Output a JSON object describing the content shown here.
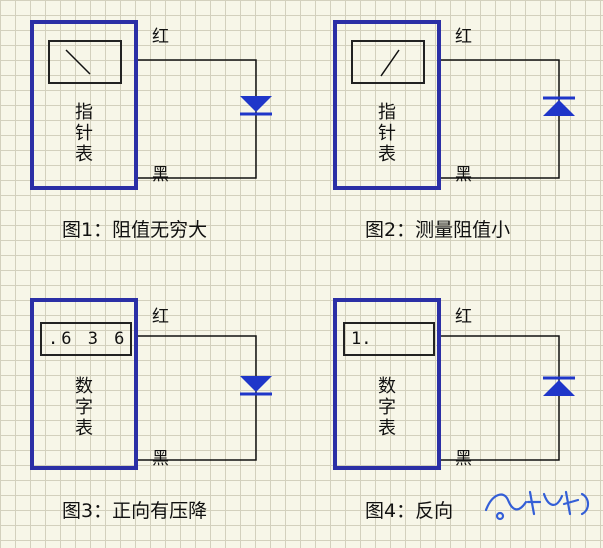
{
  "panels": [
    {
      "caption": "图1：阻值无穷大",
      "meter_label": [
        "指",
        "针",
        "表"
      ],
      "probe_red": "红",
      "probe_black": "黑",
      "display_type": "analog",
      "diode_direction": "down"
    },
    {
      "caption": "图2：测量阻值小",
      "meter_label": [
        "指",
        "针",
        "表"
      ],
      "probe_red": "红",
      "probe_black": "黑",
      "display_type": "analog",
      "diode_direction": "up"
    },
    {
      "caption": "图3：正向有压降",
      "meter_label": [
        "数",
        "字",
        "表"
      ],
      "probe_red": "红",
      "probe_black": "黑",
      "display_type": "digital",
      "display_value": ".6 3 6",
      "diode_direction": "down"
    },
    {
      "caption": "图4：反向",
      "meter_label": [
        "数",
        "字",
        "表"
      ],
      "probe_red": "红",
      "probe_black": "黑",
      "display_type": "digital",
      "display_value": "1.",
      "diode_direction": "up"
    }
  ],
  "colors": {
    "meter_border": "#2b2fa6",
    "diode": "#1f36c9",
    "wire": "#111111",
    "watermark": "#1f4fd6"
  }
}
